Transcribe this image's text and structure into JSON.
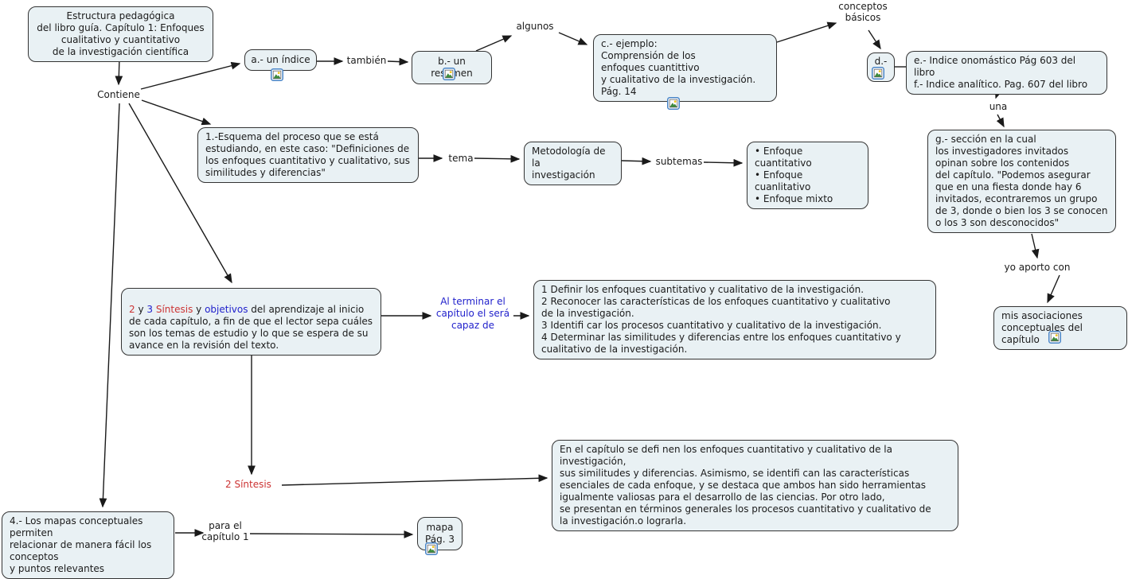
{
  "colors": {
    "node_fill": "#e9f1f4",
    "node_border": "#333333",
    "text": "#1b1b1b",
    "red_text": "#cc3333",
    "blue_text": "#2222cc",
    "icon_border": "#4a86c8",
    "arrow": "#1a1a1a"
  },
  "icons": {
    "resource": "image-resource-icon (picture with sun and mountain)"
  },
  "nodes": {
    "title": {
      "text": "Estructura pedagógica\ndel libro guía. Capítulo 1: Enfoques\ncualitativo y cuantitativo\nde la investigación científica"
    },
    "a_indice": {
      "text": "a.- un índice"
    },
    "b_resumen": {
      "text": "b.- un resumen"
    },
    "c_ejemplo": {
      "text": "c.- ejemplo:\nComprensión de los\nenfoques cuantittivo\ny cualitativo de la investigación.\nPág. 14"
    },
    "d": {
      "text": "d.-"
    },
    "ef_indices": {
      "text": "e.- Indice onomástico Pág 603 del libro\nf.- Indice analítico. Pag. 607 del libro"
    },
    "g_seccion": {
      "text": "g.- sección en la cual\nlos investigadores invitados\nopinan sobre los contenidos\ndel capítulo. \"Podemos asegurar\nque en una fiesta donde hay 6\ninvitados, econtraremos un grupo\nde 3, donde o bien los 3 se conocen\no los 3 son desconocidos\""
    },
    "mis_asociaciones": {
      "text": "mis asociaciones\nconceptuales del capítulo"
    },
    "esquema": {
      "text": "1.-Esquema del proceso que se está\nestudiando, en este caso: \"Definiciones de\nlos enfoques cuantitativo y cualitativo, sus\nsimilitudes y diferencias\""
    },
    "metodologia": {
      "text": "Metodología de la\ninvestigación"
    },
    "subtemas_lista": {
      "text": "• Enfoque cuantitativo\n• Enfoque cuanlitativo\n• Enfoque mixto"
    },
    "sintesis_objetivos": {
      "segments": [
        "2",
        " y ",
        "3",
        "  ",
        "Síntesis",
        " y ",
        "objetivos",
        " del aprendizaje al inicio\nde cada capítulo, a fin de que el lector sepa cuáles\nson los temas de estudio y lo que se espera de su\navance en la revisión del texto."
      ]
    },
    "objetivos_lista": {
      "text": "1 Definir los enfoques cuantitativo y cualitativo de la investigación.\n2 Reconocer las características de los enfoques cuantitativo y cualitativo\nde la investigación.\n3 Identifi car los procesos cuantitativo y cualitativo de la investigación.\n4 Determinar las similitudes y diferencias entre los enfoques cuantitativo y\ncualitativo de la investigación."
    },
    "resumen_capitulo": {
      "text": "En el capítulo se defi nen los enfoques cuantitativo y cualitativo de la investigación,\nsus similitudes y diferencias. Asimismo, se identifi can las características\nesenciales de cada enfoque, y se destaca que ambos han sido herramientas\nigualmente valiosas para el desarrollo de las ciencias. Por otro lado,\nse presentan en términos generales los procesos cuantitativo y cualitativo de\nla investigación.o lograrla."
    },
    "mapas": {
      "text": "4.- Los mapas conceptuales permiten\nrelacionar de manera fácil los conceptos\ny puntos relevantes"
    },
    "mapa_pag3": {
      "text": "mapa\nPág. 3"
    }
  },
  "links": {
    "contiene": "Contiene",
    "tambien": "también",
    "algunos": "algunos",
    "conceptos_basicos": "conceptos\nbásicos",
    "una": "una",
    "yo_aporto": "yo aporto con",
    "tema": "tema",
    "subtemas": "subtemas",
    "al_terminar": "Al terminar el\ncapítulo el será\ncapaz de",
    "sintesis2": "2 Síntesis",
    "para_el": "para el\ncapítulo 1"
  }
}
